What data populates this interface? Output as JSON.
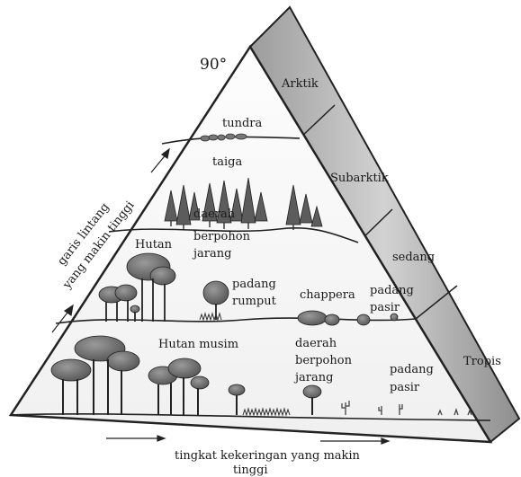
{
  "diagram": {
    "apex_angle": "90°",
    "zones": {
      "arktik": "Arktik",
      "subarktik": "Subarktik",
      "sedang": "sedang",
      "tropis": "Tropis"
    },
    "biomes": {
      "tundra": "tundra",
      "taiga": "taiga",
      "daerah_berpohon_jarang_top": [
        "daerah",
        "berpohon",
        "jarang"
      ],
      "hutan": "Hutan",
      "padang_rumput": [
        "padang",
        "rumput"
      ],
      "chappera": "chappera",
      "padang_pasir_top": [
        "padang",
        "pasir"
      ],
      "hutan_musim": "Hutan musim",
      "daerah_berpohon_jarang_bottom": [
        "daerah",
        "berpohon",
        "jarang"
      ],
      "padang_pasir_bottom": [
        "padang",
        "pasir"
      ]
    },
    "axes": {
      "latitude": [
        "garis lintang",
        "yang makin tinggi"
      ],
      "dryness": [
        "tingkat kekeringan yang makin",
        "tinggi"
      ]
    },
    "colors": {
      "face": "#f7f7f7",
      "side": "#bdbdbd",
      "line": "#222222",
      "tree": "#707070"
    }
  }
}
